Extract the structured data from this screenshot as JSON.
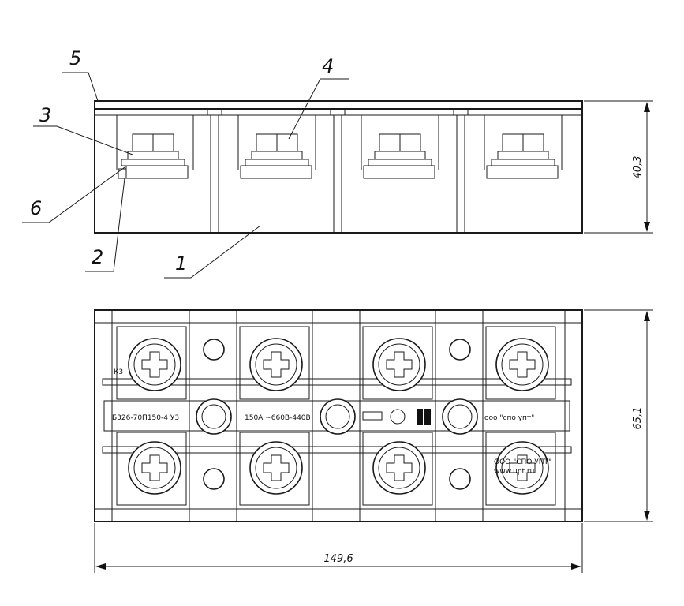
{
  "callouts": {
    "c1": "1",
    "c2": "2",
    "c3": "3",
    "c4": "4",
    "c5": "5",
    "c6": "6"
  },
  "dimensions": {
    "height_side": "40,3",
    "height_top": "65,1",
    "width": "149,6"
  },
  "markings": {
    "model": "Б326-70П150-4 У3",
    "rating": "150А ~660В-440В",
    "maker_short": "ооо \"спо упт\"",
    "maker_full": "ООО \"СПО УПТ\"",
    "website": "www.upt.ru",
    "terminal_label": "К3"
  }
}
